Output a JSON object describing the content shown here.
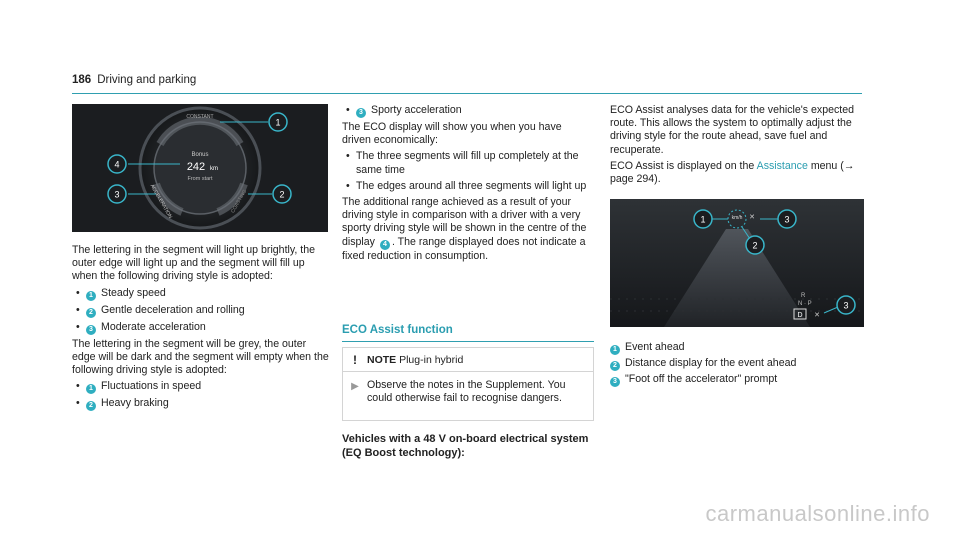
{
  "header": {
    "page_number": "186",
    "title": "Driving and parking"
  },
  "col1": {
    "image": {
      "dial_top": "CONSTANT",
      "dial_left": "ACCELERATION",
      "dial_right": "COASTING",
      "center_title": "Bonus",
      "center_value": "242",
      "center_unit": "km",
      "center_sub": "From start",
      "callouts": [
        "1",
        "4",
        "3",
        "2"
      ]
    },
    "para1": "The lettering in the segment will light up brightly, the outer edge will light up and the segment will fill up when the following driving style is adopted:",
    "list1": [
      {
        "num": "1",
        "text": "Steady speed"
      },
      {
        "num": "2",
        "text": "Gentle deceleration and rolling"
      },
      {
        "num": "3",
        "text": "Moderate acceleration"
      }
    ],
    "para2": "The lettering in the segment will be grey, the outer edge will be dark and the segment will empty when the following driving style is adopted:",
    "list2": [
      {
        "num": "1",
        "text": "Fluctuations in speed"
      },
      {
        "num": "2",
        "text": "Heavy braking"
      }
    ]
  },
  "col2": {
    "bullet_top": {
      "num": "3",
      "text": "Sporty acceleration"
    },
    "para1": "The ECO display will show you when you have driven economically:",
    "list": [
      "The three segments will fill up completely at the same time",
      "The edges around all three segments will light up"
    ],
    "para2_a": "The additional range achieved as a result of your driving style in comparison with a driver with a very sporty driving style will be shown in the centre of the display",
    "para2_num": "4",
    "para2_b": ". The range displayed does not indicate a fixed reduction in consumption.",
    "section_title": "ECO Assist function",
    "note_label": "NOTE",
    "note_tail": "Plug-in hybrid",
    "note_body": "Observe the notes in the Supplement. You could otherwise fail to recognise dangers.",
    "subhead": "Vehicles with a 48 V on-board electrical system (EQ Boost technology):"
  },
  "col3": {
    "para1": "ECO Assist analyses data for the vehicle's expected route. This allows the system to optimally adjust the driving style for the route ahead, save fuel and recuperate.",
    "para2_a": "ECO Assist is displayed on the",
    "para2_link": "Assistance",
    "para2_b": "menu (→ page 294).",
    "image": {
      "speed_label": "km/h",
      "gear_letters": "R\nN P",
      "gear_d": "D",
      "callouts": [
        "1",
        "2",
        "3",
        "3"
      ]
    },
    "legend": [
      {
        "num": "1",
        "text": "Event ahead"
      },
      {
        "num": "2",
        "text": "Distance display for the event ahead"
      },
      {
        "num": "3",
        "text": "\"Foot off the accelerator\" prompt"
      }
    ]
  },
  "watermark": "carmanualsonline.info",
  "colors": {
    "accent": "#2faec0",
    "image_bg": "#1c1f22"
  }
}
